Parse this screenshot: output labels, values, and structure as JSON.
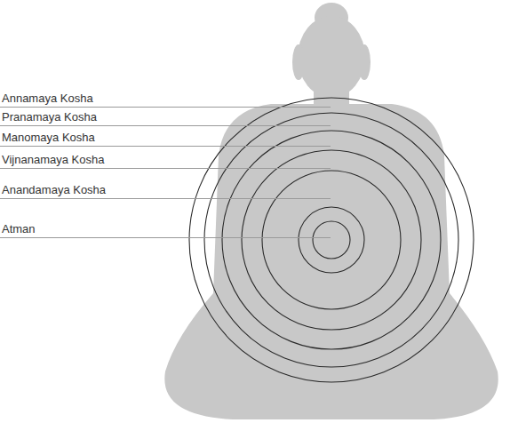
{
  "diagram": {
    "labels": [
      "Annamaya Kosha",
      "Pranamaya Kosha",
      "Manomaya Kosha",
      "Vijnanamaya Kosha",
      "Anandamaya Kosha",
      "Atman"
    ]
  }
}
